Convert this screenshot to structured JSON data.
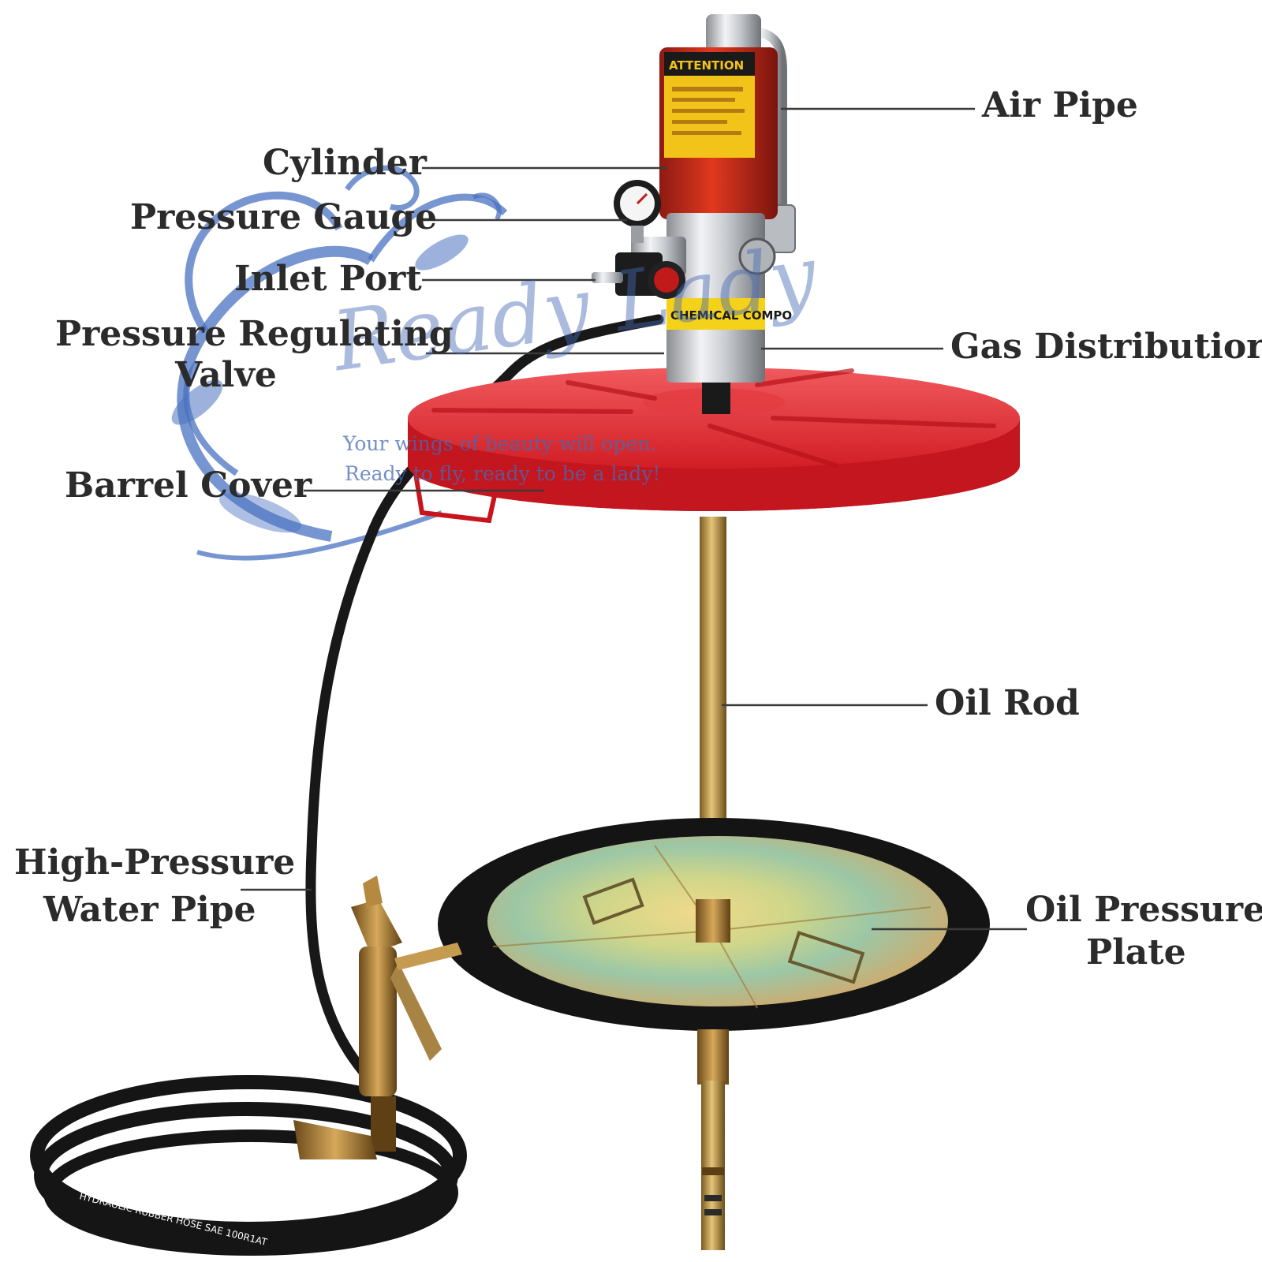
{
  "labels": {
    "air_pipe": "Air Pipe",
    "cylinder": "Cylinder",
    "pressure_gauge": "Pressure Gauge",
    "inlet_port": "Inlet Port",
    "pressure_regulating_valve_line1": "Pressure Regulating",
    "pressure_regulating_valve_line2": "Valve",
    "gas_distributor": "Gas Distributior",
    "barrel_cover": "Barrel Cover",
    "oil_rod": "Oil Rod",
    "hp_pipe_line1": "High-Pressure",
    "hp_pipe_line2": "Water Pipe",
    "oil_plate_line1": "Oil Pressure",
    "oil_plate_line2": "Plate"
  },
  "product_text": {
    "cylinder_sticker": "ATTENTION",
    "yellow_band": "CHEMICAL COMPO",
    "hose_print": "HYDRAULIC RUBBER HOSE SAE 100R1AT"
  },
  "watermark": {
    "brand": "Ready Lady",
    "tagline_line1": "Your wings of beauty will open.",
    "tagline_line2": "Ready to fly, ready to be a lady!"
  },
  "colors": {
    "cover_red": "#e0242b",
    "cylinder_red": "#c8281e",
    "label_text": "#2b2b2b",
    "watermark_blue": "#3b62b0"
  }
}
